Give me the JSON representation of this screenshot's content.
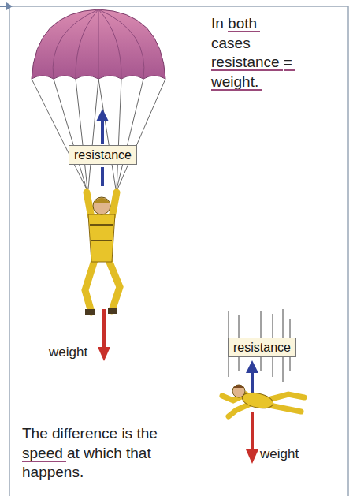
{
  "diagram": {
    "nodes": [
      {
        "text": [
          "resistance"
        ]
      },
      {
        "text": [
          "resistance"
        ]
      }
    ],
    "labels": [
      "In both cases resistance = weight.",
      "weight",
      "weight",
      "The difference is the speed at which that happens."
    ]
  }
}
